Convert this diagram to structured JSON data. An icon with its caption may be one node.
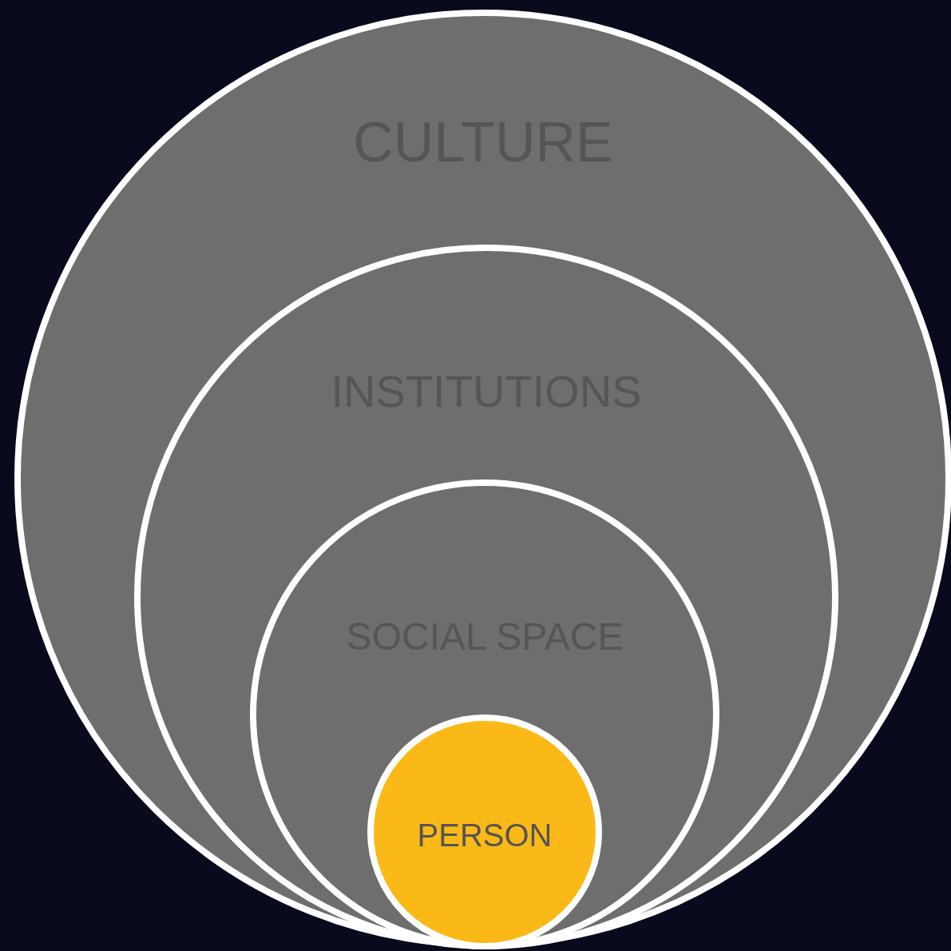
{
  "diagram": {
    "nodes": [
      {
        "text": [
          "CULTURE"
        ]
      },
      {
        "text": [
          "INSTITUTIONS"
        ],
        "in": 0
      },
      {
        "text": [
          "SOCIAL SPACE"
        ],
        "in": 1
      },
      {
        "text": [
          "PERSON"
        ],
        "in": 2
      }
    ]
  }
}
